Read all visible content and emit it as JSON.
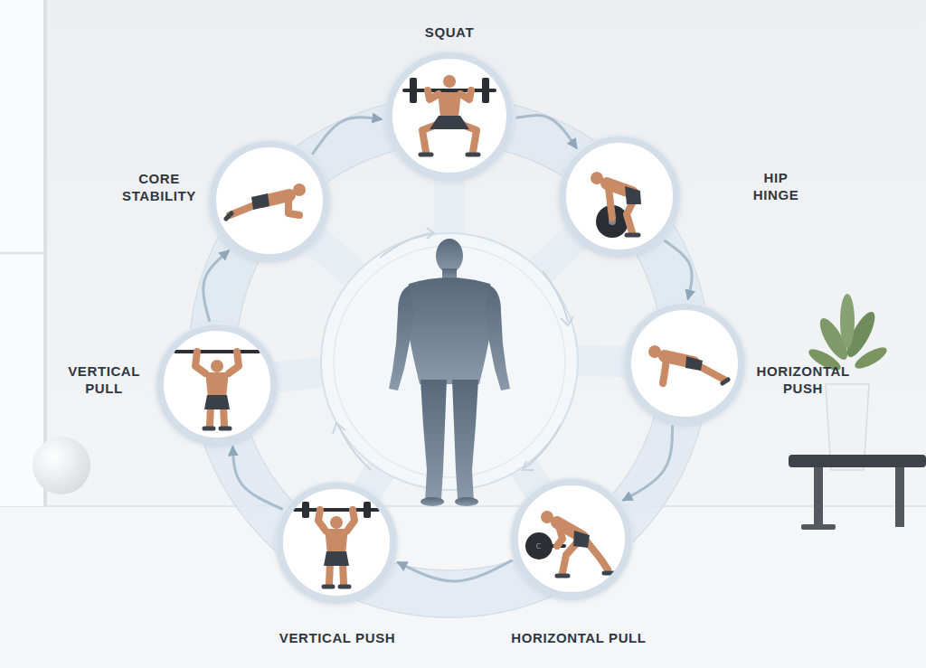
{
  "diagram": {
    "nodes": [
      {
        "text": [
          "SQUAT"
        ]
      },
      {
        "text": [
          "HIP HINGE"
        ]
      },
      {
        "text": [
          "HORIZONTAL PUSH"
        ]
      },
      {
        "text": [
          "HORIZONTAL PULL"
        ]
      },
      {
        "text": [
          "VERTICAL PUSH"
        ]
      },
      {
        "text": [
          "VERTICAL PULL"
        ]
      },
      {
        "text": [
          "CORE STABILITY"
        ]
      }
    ],
    "edges": [
      {
        "from": 0,
        "to": 1,
        "arrow": "to"
      },
      {
        "from": 1,
        "to": 2,
        "arrow": "to"
      },
      {
        "from": 2,
        "to": 3,
        "arrow": "to"
      },
      {
        "from": 3,
        "to": 4,
        "arrow": "to"
      },
      {
        "from": 4,
        "to": 5,
        "arrow": "to"
      },
      {
        "from": 5,
        "to": 6,
        "arrow": "to"
      },
      {
        "from": 6,
        "to": 0,
        "arrow": "to"
      }
    ]
  }
}
